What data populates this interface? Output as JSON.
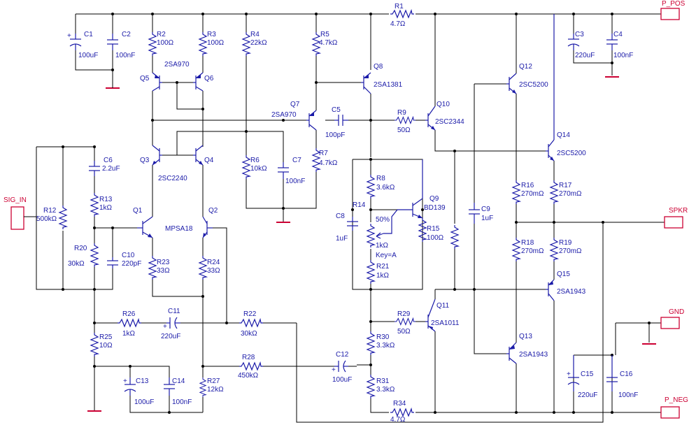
{
  "ports": {
    "p_pos": "P_POS",
    "p_neg": "P_NEG",
    "spkr": "SPKR",
    "gnd": "GND",
    "sig_in": "SIG_IN"
  },
  "components": {
    "R1": {
      "ref": "R1",
      "value": "4.7Ω"
    },
    "R2": {
      "ref": "R2",
      "value": "100Ω"
    },
    "R3": {
      "ref": "R3",
      "value": "100Ω"
    },
    "R4": {
      "ref": "R4",
      "value": "22kΩ"
    },
    "R5": {
      "ref": "R5",
      "value": "4.7kΩ"
    },
    "R6": {
      "ref": "R6",
      "value": "10kΩ"
    },
    "R7": {
      "ref": "R7",
      "value": "4.7kΩ"
    },
    "R8": {
      "ref": "R8",
      "value": "3.6kΩ"
    },
    "R9": {
      "ref": "R9",
      "value": "50Ω"
    },
    "R12": {
      "ref": "R12",
      "value": "500kΩ"
    },
    "R13": {
      "ref": "R13",
      "value": "1kΩ"
    },
    "R14": {
      "ref": "R14",
      "value": "1kΩ",
      "pct": "50%",
      "key": "Key=A"
    },
    "R15": {
      "ref": "R15",
      "value": "100Ω"
    },
    "R16": {
      "ref": "R16",
      "value": "270mΩ"
    },
    "R17": {
      "ref": "R17",
      "value": "270mΩ"
    },
    "R18": {
      "ref": "R18",
      "value": "270mΩ"
    },
    "R19": {
      "ref": "R19",
      "value": "270mΩ"
    },
    "R20": {
      "ref": "R20",
      "value": "30kΩ"
    },
    "R21": {
      "ref": "R21",
      "value": "1kΩ"
    },
    "R22": {
      "ref": "R22",
      "value": "30kΩ"
    },
    "R23": {
      "ref": "R23",
      "value": "33Ω"
    },
    "R24": {
      "ref": "R24",
      "value": "33Ω"
    },
    "R25": {
      "ref": "R25",
      "value": "10Ω"
    },
    "R26": {
      "ref": "R26",
      "value": "1kΩ"
    },
    "R27": {
      "ref": "R27",
      "value": "12kΩ"
    },
    "R28": {
      "ref": "R28",
      "value": "450kΩ"
    },
    "R29": {
      "ref": "R29",
      "value": "50Ω"
    },
    "R30": {
      "ref": "R30",
      "value": "3.3kΩ"
    },
    "R31": {
      "ref": "R31",
      "value": "3.3kΩ"
    },
    "R34": {
      "ref": "R34",
      "value": "4.7Ω"
    },
    "C1": {
      "ref": "C1",
      "value": "100uF"
    },
    "C2": {
      "ref": "C2",
      "value": "100nF"
    },
    "C3": {
      "ref": "C3",
      "value": "220uF"
    },
    "C4": {
      "ref": "C4",
      "value": "100nF"
    },
    "C5": {
      "ref": "C5",
      "value": "100pF"
    },
    "C6": {
      "ref": "C6",
      "value": "2.2uF"
    },
    "C7": {
      "ref": "C7",
      "value": "100nF"
    },
    "C8": {
      "ref": "C8",
      "value": "1uF"
    },
    "C9": {
      "ref": "C9",
      "value": "1uF"
    },
    "C10": {
      "ref": "C10",
      "value": "220pF"
    },
    "C11": {
      "ref": "C11",
      "value": "220uF"
    },
    "C12": {
      "ref": "C12",
      "value": "100uF"
    },
    "C13": {
      "ref": "C13",
      "value": "100uF"
    },
    "C14": {
      "ref": "C14",
      "value": "100nF"
    },
    "C15": {
      "ref": "C15",
      "value": "220uF"
    },
    "C16": {
      "ref": "C16",
      "value": "100nF"
    },
    "Q1": {
      "ref": "Q1"
    },
    "Q2": {
      "ref": "Q2"
    },
    "Q12_pair": {
      "part": "MPSA18"
    },
    "Q3": {
      "ref": "Q3"
    },
    "Q4": {
      "ref": "Q4"
    },
    "Q34_pair": {
      "part": "2SC2240"
    },
    "Q5": {
      "ref": "Q5"
    },
    "Q6": {
      "ref": "Q6"
    },
    "Q56_pair": {
      "part": "2SA970"
    },
    "Q7": {
      "ref": "Q7",
      "part": "2SA970"
    },
    "Q8": {
      "ref": "Q8",
      "part": "2SA1381"
    },
    "Q9": {
      "ref": "Q9",
      "part": "BD139"
    },
    "Q10": {
      "ref": "Q10",
      "part": "2SC2344"
    },
    "Q11": {
      "ref": "Q11",
      "part": "2SA1011"
    },
    "Q12": {
      "ref": "Q12",
      "part": "2SC5200"
    },
    "Q13": {
      "ref": "Q13",
      "part": "2SA1943"
    },
    "Q14": {
      "ref": "Q14",
      "part": "2SC5200"
    },
    "Q15": {
      "ref": "Q15",
      "part": "2SA1943"
    }
  }
}
